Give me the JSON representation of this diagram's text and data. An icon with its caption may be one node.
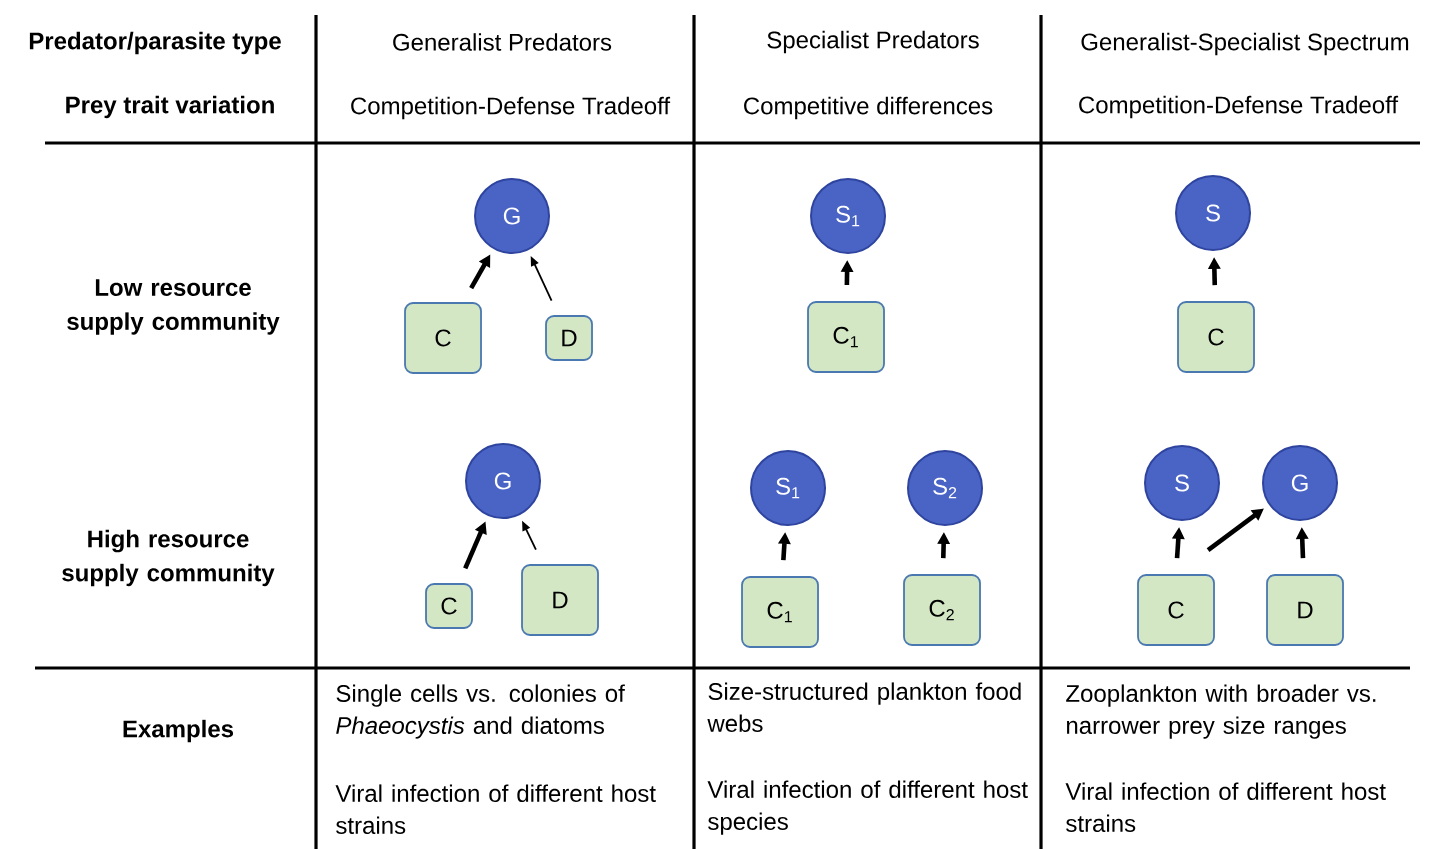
{
  "diagram": {
    "nodes": [
      {
        "text": [
          "G"
        ]
      },
      {
        "text": [
          "C"
        ]
      },
      {
        "text": [
          "D"
        ]
      },
      {
        "text": [
          "S$_{1}$"
        ]
      },
      {
        "text": [
          "C$_{1}$"
        ]
      },
      {
        "text": [
          "S"
        ]
      },
      {
        "text": [
          "C"
        ]
      },
      {
        "text": [
          "G"
        ]
      },
      {
        "text": [
          "C"
        ]
      },
      {
        "text": [
          "D"
        ]
      },
      {
        "text": [
          "S$_{1}$"
        ]
      },
      {
        "text": [
          "S$_{2}$"
        ]
      },
      {
        "text": [
          "C$_{1}$"
        ]
      },
      {
        "text": [
          "C$_{2}$"
        ]
      },
      {
        "text": [
          "S"
        ]
      },
      {
        "text": [
          "G"
        ]
      },
      {
        "text": [
          "C"
        ]
      },
      {
        "text": [
          "D"
        ]
      }
    ],
    "edges": [
      {
        "from": 1,
        "to": 0,
        "arrow": "to"
      },
      {
        "from": 2,
        "to": 0,
        "arrow": "to"
      },
      {
        "from": 4,
        "to": 3,
        "arrow": "to"
      },
      {
        "from": 6,
        "to": 5,
        "arrow": "to"
      },
      {
        "from": 8,
        "to": 7,
        "arrow": "to"
      },
      {
        "from": 9,
        "to": 7,
        "arrow": "to"
      },
      {
        "from": 12,
        "to": 10,
        "arrow": "to"
      },
      {
        "from": 13,
        "to": 11,
        "arrow": "to"
      },
      {
        "from": 16,
        "to": 14,
        "arrow": "to"
      },
      {
        "from": 16,
        "to": 15,
        "arrow": "to"
      },
      {
        "from": 17,
        "to": 15,
        "arrow": "to"
      }
    ],
    "labels": [
      "Predator/parasite type",
      "Generalist Predators",
      "Specialist Predators",
      "Generalist-Specialist Spectrum",
      "Prey trait variation",
      "Competition-Defense Tradeoff",
      "Competitive differences",
      "Competition-Defense Tradeoff",
      "Low resource supply community",
      "High resource supply community",
      "Examples",
      "Single cells vs. colonies of *Phaeocystis* and diatoms",
      "Viral infection of different host strains",
      "Size-structured plankton food webs",
      "Viral infection of different host species",
      "Zooplankton with broader vs. narrower prey size ranges",
      "Viral infection of different host strains"
    ]
  }
}
